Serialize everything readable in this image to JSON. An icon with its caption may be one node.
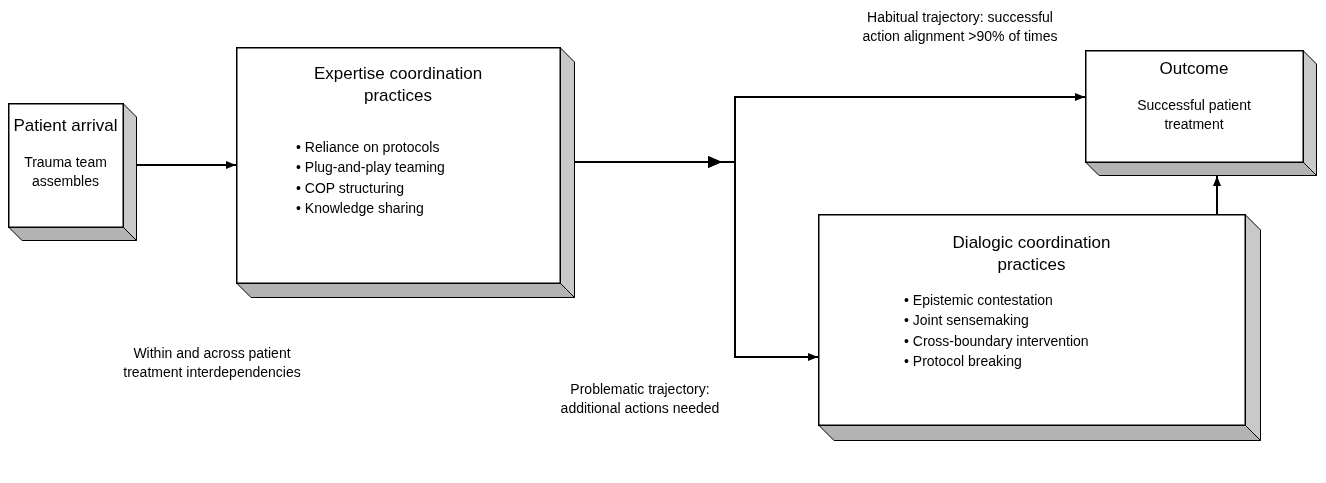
{
  "diagram": {
    "nodes": [
      {
        "text": [
          "Patient arrival",
          "Trauma team assembles"
        ]
      },
      {
        "text": [
          "Expertise coordination practices",
          "• Reliance on protocols",
          "• Plug-and-play teaming",
          "• COP structuring",
          "• Knowledge sharing"
        ]
      },
      {
        "text": [
          "Outcome",
          "Successful patient treatment"
        ]
      },
      {
        "text": [
          "Dialogic coordination practices",
          "• Epistemic contestation",
          "• Joint sensemaking",
          "• Cross-boundary intervention",
          "• Protocol breaking"
        ]
      }
    ],
    "edges": [
      {
        "from": 0,
        "to": 1,
        "arrow": "to"
      },
      {
        "from": 1,
        "to": 2,
        "arrow": "to",
        "label": "Habitual trajectory: successful action alignment >90% of times"
      },
      {
        "from": 1,
        "to": 3,
        "arrow": "to",
        "label": "Problematic trajectory: additional actions needed"
      },
      {
        "from": 3,
        "to": 2,
        "arrow": "to"
      }
    ],
    "labels": [
      "Within and across patient treatment interdependencies"
    ]
  }
}
